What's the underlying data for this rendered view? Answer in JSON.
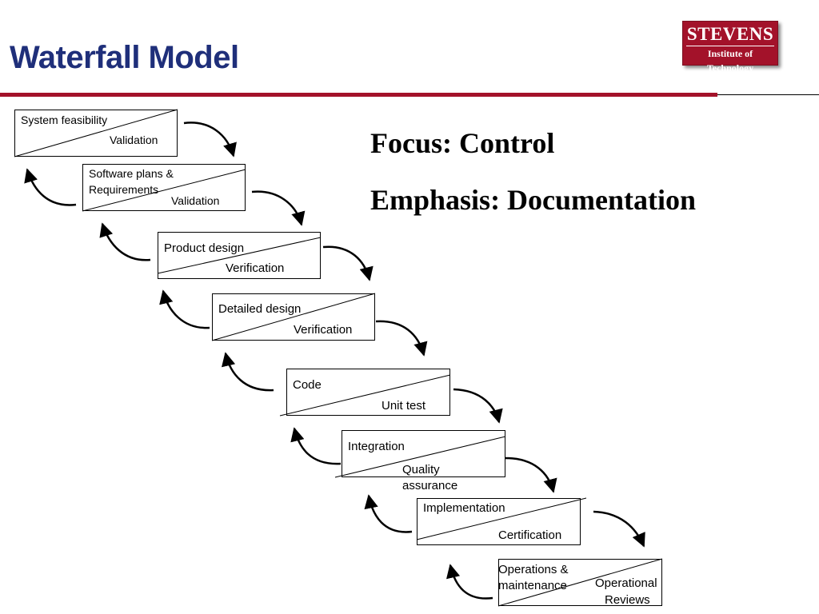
{
  "slide": {
    "title": "Waterfall Model",
    "logo": {
      "name": "STEVENS",
      "subtitle": "Institute of Technology"
    },
    "focus": "Focus: Control",
    "emphasis": "Emphasis: Documentation"
  },
  "stages": [
    {
      "activity": "System feasibility",
      "check": "Validation"
    },
    {
      "activity": "Software plans &",
      "activity_line2": "Requirements",
      "check": "Validation"
    },
    {
      "activity": "Product design",
      "check": "Verification"
    },
    {
      "activity": "Detailed design",
      "check": "Verification"
    },
    {
      "activity": "Code",
      "check": "Unit test"
    },
    {
      "activity": "Integration",
      "check": "Quality",
      "check_line2": "assurance"
    },
    {
      "activity": "Implementation",
      "check": "Certification"
    },
    {
      "activity": "Operations &",
      "activity_line2": "maintenance",
      "check": "Operational",
      "check_line2": "Reviews"
    }
  ],
  "colors": {
    "title": "#1f2f7a",
    "accent_rule": "#a3122a",
    "logo_bg": "#a3122a"
  }
}
